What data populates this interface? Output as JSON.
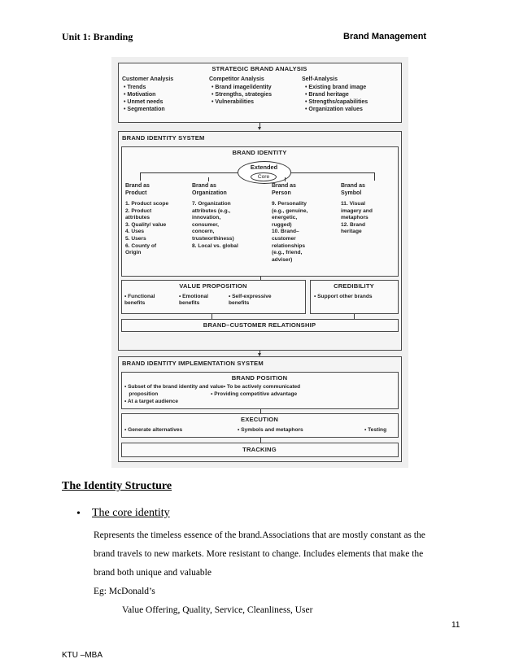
{
  "header": {
    "unit": "Unit 1: Branding",
    "subject": "Brand Management"
  },
  "figure": {
    "strategic": {
      "title": "STRATEGIC BRAND ANALYSIS",
      "customer": {
        "title": "Customer Analysis",
        "items": [
          "• Trends",
          "• Motivation",
          "• Unmet needs",
          "• Segmentation"
        ]
      },
      "competitor": {
        "title": "Competitor Analysis",
        "items": [
          "• Brand image/identity",
          "• Strengths, strategies",
          "• Vulnerabilities"
        ]
      },
      "self": {
        "title": "Self-Analysis",
        "items": [
          "• Existing brand image",
          "• Brand heritage",
          "• Strengths/capabilities",
          "• Organization values"
        ]
      }
    },
    "identity_system": {
      "title": "BRAND IDENTITY SYSTEM",
      "brand_identity": "BRAND IDENTITY",
      "extended": "Extended",
      "core": "Core",
      "product": {
        "title": [
          "Brand as",
          "Product"
        ],
        "items": [
          "1. Product scope",
          "2. Product",
          "    attributes",
          "3. Quality/ value",
          "4. Uses",
          "5. Users",
          "6. County of",
          "    Origin"
        ]
      },
      "organization": {
        "title": [
          "Brand as",
          "Organization"
        ],
        "items": [
          "7. Organization",
          "    attributes (e.g.,",
          "    innovation,",
          "    consumer,",
          "    concern,",
          "    trustworthiness)",
          "8. Local vs. global"
        ]
      },
      "person": {
        "title": [
          "Brand as",
          "Person"
        ],
        "items": [
          "9. Personality",
          "    (e.g., genuine,",
          "    energetic,",
          "    rugged)",
          "10. Brand–",
          "    customer",
          "    relationships",
          "    (e.g., friend,",
          "    adviser)"
        ]
      },
      "symbol": {
        "title": [
          "Brand as",
          "Symbol"
        ],
        "items": [
          "11. Visual",
          "    imagery and",
          "    metaphors",
          "12. Brand",
          "    heritage"
        ]
      },
      "value_prop": {
        "title": "VALUE PROPOSITION",
        "items": [
          "• Functional",
          "   benefits",
          "• Emotional",
          "   benefits",
          "• Self-expressive",
          "   benefits"
        ]
      },
      "credibility": {
        "title": "CREDIBILITY",
        "item": "• Support other brands"
      },
      "relationship": "BRAND–CUSTOMER RELATIONSHIP"
    },
    "implementation": {
      "title": "BRAND IDENTITY IMPLEMENTATION SYSTEM",
      "position": {
        "title": "BRAND POSITION",
        "lines": [
          "• Subset of the brand identity and value• To be actively communicated",
          "   proposition                                    • Providing competitive advantage",
          "• At a target audience"
        ]
      },
      "execution": {
        "title": "EXECUTION",
        "items": [
          "• Generate alternatives",
          "• Symbols and metaphors",
          "• Testing"
        ]
      },
      "tracking": "TRACKING"
    }
  },
  "section_title": "The Identity Structure",
  "bullet": {
    "label": "The core identity"
  },
  "paragraph": [
    "Represents the timeless essence of the  brand.Associations that are mostly constant as  the",
    "brand travels to new markets. More resistant to change. Includes elements that make the",
    "brand both unique and valuable",
    "Eg: McDonald’s"
  ],
  "example_values": "Value Offering, Quality, Service, Cleanliness, User",
  "page_number": "11",
  "footer": "KTU –MBA"
}
